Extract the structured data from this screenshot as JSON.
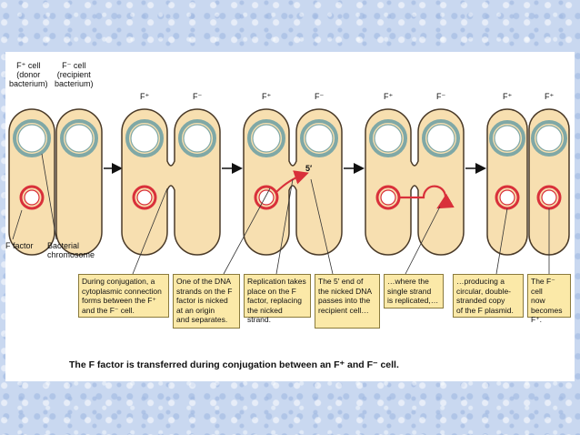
{
  "labels": {
    "donor_cell": "F⁺ cell\n(donor\nbacterium)",
    "recipient_cell": "F⁻ cell\n(recipient\nbacterium)",
    "f_plus": "F⁺",
    "f_minus": "F⁻",
    "f_factor": "F factor",
    "bacterial_chromosome": "Bacterial\nchromosome",
    "five_prime": "5′"
  },
  "captions": [
    "During conjugation, a\ncytoplasmic connection\nforms between the F⁺\nand the F⁻ cell.",
    "One of the DNA\nstrands on the F\nfactor is nicked\nat an origin\nand separates.",
    "Replication takes\nplace on the F\nfactor, replacing\nthe nicked strand.",
    "The 5′ end of\nthe nicked DNA\npasses into the\nrecipient cell…",
    "…where the\nsingle strand\nis replicated,…",
    "…producing a\ncircular, double-\nstranded copy\nof the F plasmid.",
    "The F⁻ cell\nnow\nbecomes F⁺."
  ],
  "figure_caption": "The F factor is transferred during conjugation between an F⁺ and F⁻ cell.",
  "colors": {
    "cell_fill": "#f7dfb0",
    "cell_stroke": "#4a3a28",
    "chromosome": "#7fa8a6",
    "plasmid": "#d9303a",
    "caption_fill": "#fbe9a8"
  }
}
